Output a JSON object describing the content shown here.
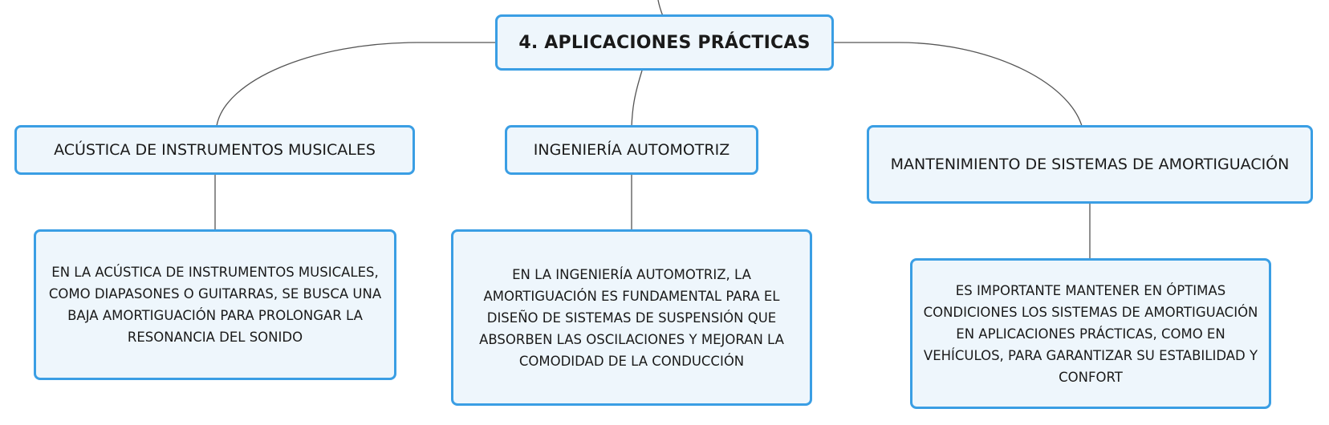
{
  "diagram": {
    "root": {
      "label": "4. APLICACIONES PRÁCTICAS"
    },
    "topics": [
      {
        "label": "ACÚSTICA DE INSTRUMENTOS MUSICALES",
        "detail_lines": [
          "EN LA ACÚSTICA DE INSTRUMENTOS MUSICALES,",
          "COMO DIAPASONES O GUITARRAS, SE BUSCA UNA",
          "BAJA AMORTIGUACIÓN PARA PROLONGAR LA",
          "RESONANCIA DEL SONIDO"
        ]
      },
      {
        "label": "INGENIERÍA AUTOMOTRIZ",
        "detail_lines": [
          "EN LA INGENIERÍA AUTOMOTRIZ, LA",
          "AMORTIGUACIÓN ES FUNDAMENTAL PARA EL",
          "DISEÑO DE SISTEMAS DE SUSPENSIÓN QUE",
          "ABSORBEN LAS OSCILACIONES Y MEJORAN LA",
          "COMODIDAD DE LA CONDUCCIÓN"
        ]
      },
      {
        "label": "MANTENIMIENTO DE SISTEMAS DE AMORTIGUACIÓN",
        "detail_lines": [
          "ES IMPORTANTE MANTENER EN ÓPTIMAS",
          "CONDICIONES LOS SISTEMAS DE AMORTIGUACIÓN",
          "EN APLICACIONES PRÁCTICAS, COMO EN",
          "VEHÍCULOS, PARA GARANTIZAR SU ESTABILIDAD Y",
          "CONFORT"
        ]
      }
    ]
  }
}
